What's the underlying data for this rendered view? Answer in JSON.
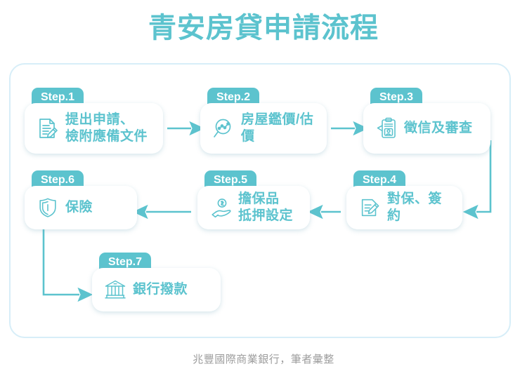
{
  "title": "青安房貸申請流程",
  "colors": {
    "accent": "#5cc3ce",
    "panel_border": "#d7eef8",
    "card_text": "#5cc3ce",
    "tab_text": "#ffffff",
    "caption_text": "#9d9d9d",
    "background": "#ffffff"
  },
  "flow": {
    "steps": [
      {
        "tab": "Step.1",
        "label": "提出申請、\n檢附應備文件",
        "icon": "document-pencil-icon"
      },
      {
        "tab": "Step.2",
        "label": "房屋鑑價/估價",
        "icon": "magnifier-chart-icon"
      },
      {
        "tab": "Step.3",
        "label": "徵信及審查",
        "icon": "clipboard-person-icon"
      },
      {
        "tab": "Step.4",
        "label": "對保、簽約",
        "icon": "signing-document-icon"
      },
      {
        "tab": "Step.5",
        "label": "擔保品\n抵押設定",
        "icon": "hand-coin-icon"
      },
      {
        "tab": "Step.6",
        "label": "保險",
        "icon": "shield-icon"
      },
      {
        "tab": "Step.7",
        "label": "銀行撥款",
        "icon": "bank-building-icon"
      }
    ],
    "connectors": [
      {
        "name": "arrow-step1-to-step2",
        "direction": "right"
      },
      {
        "name": "arrow-step2-to-step3",
        "direction": "right"
      },
      {
        "name": "arrow-step3-to-step4",
        "direction": "down-then-left"
      },
      {
        "name": "arrow-step4-to-step5",
        "direction": "left"
      },
      {
        "name": "arrow-step5-to-step6",
        "direction": "left"
      },
      {
        "name": "arrow-step6-to-step7",
        "direction": "down-then-right"
      }
    ]
  },
  "caption": "兆豐國際商業銀行，筆者彙整"
}
